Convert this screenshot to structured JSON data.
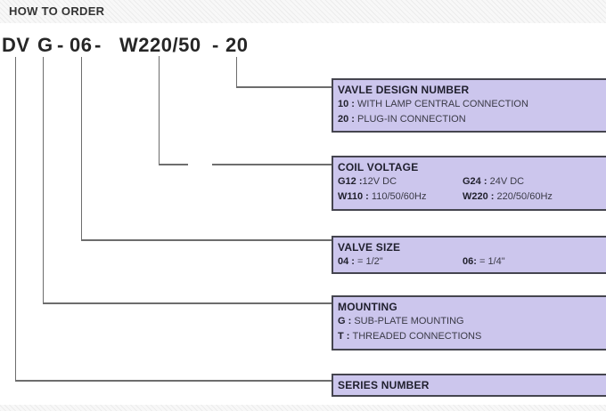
{
  "header": {
    "title": "HOW TO ORDER"
  },
  "order_code": {
    "segments": [
      "DV",
      "G",
      "-",
      "06",
      "-",
      "W220/50",
      "-",
      "20"
    ]
  },
  "colors": {
    "box_fill": "#ccc6ed",
    "box_border": "#45454f",
    "connector_line": "#6d6d6d",
    "code_text": "#262626"
  },
  "boxes": [
    {
      "title": "VAVLE DESIGN NUMBER",
      "rows": [
        {
          "key": "10 : ",
          "value": "WITH LAMP CENTRAL CONNECTION"
        },
        {
          "key": "20 : ",
          "value": "PLUG-IN CONNECTION"
        }
      ]
    },
    {
      "title": "COIL VOLTAGE",
      "rows": [
        {
          "key": "G12 :",
          "value": "12V DC"
        },
        {
          "key": "G24 : ",
          "value": "24V DC"
        },
        {
          "key": "W110 : ",
          "value": "110/50/60Hz"
        },
        {
          "key": "W220 : ",
          "value": "220/50/60Hz"
        }
      ]
    },
    {
      "title": "VALVE SIZE",
      "rows": [
        {
          "key": "04 : ",
          "value": "= 1/2\""
        },
        {
          "key": "06: ",
          "value": "= 1/4\""
        }
      ]
    },
    {
      "title": "MOUNTING",
      "rows": [
        {
          "key": "G : ",
          "value": "SUB-PLATE MOUNTING"
        },
        {
          "key": "T : ",
          "value": "THREADED CONNECTIONS"
        }
      ]
    },
    {
      "title": "SERIES NUMBER",
      "rows": []
    }
  ]
}
